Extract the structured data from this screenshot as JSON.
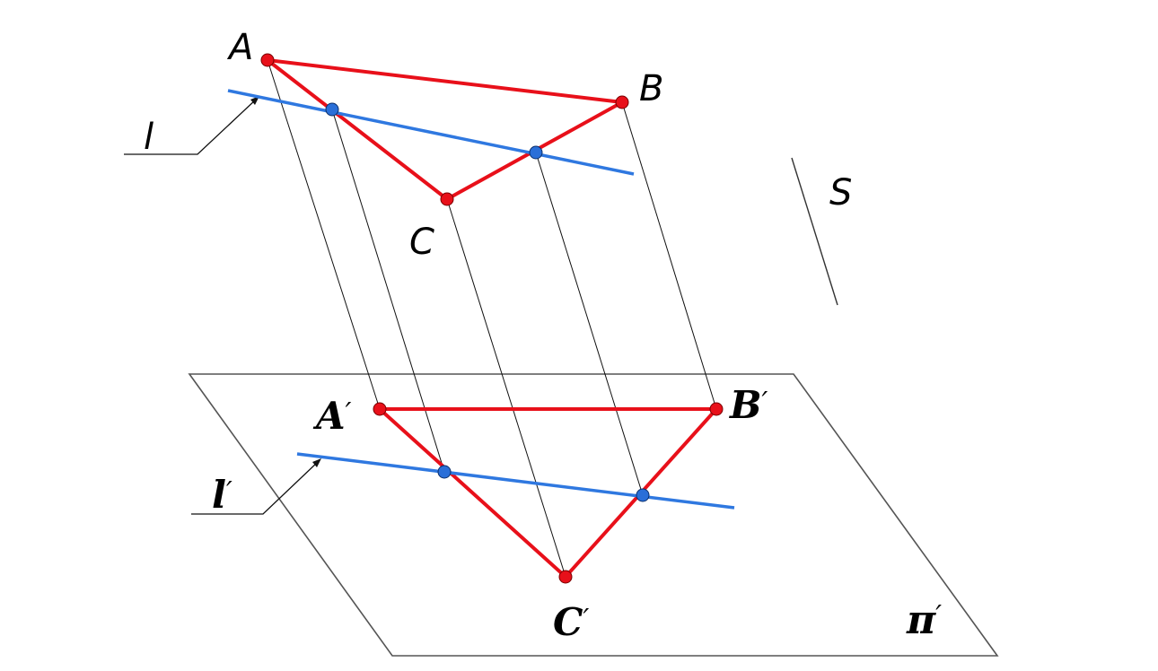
{
  "colors": {
    "triangle": "#e8101a",
    "line": "#2f78e0",
    "point_fill_red": "#e8101a",
    "point_fill_blue": "#2a6fd8",
    "thin": "#000000"
  },
  "labels": {
    "A": "A",
    "B": "B",
    "C": "C",
    "l": "l",
    "S": "S",
    "A_proj": "A",
    "B_proj": "B",
    "C_proj": "C",
    "l_proj": "l",
    "prime": "′",
    "pi": "π",
    "pi_prime": "′"
  }
}
